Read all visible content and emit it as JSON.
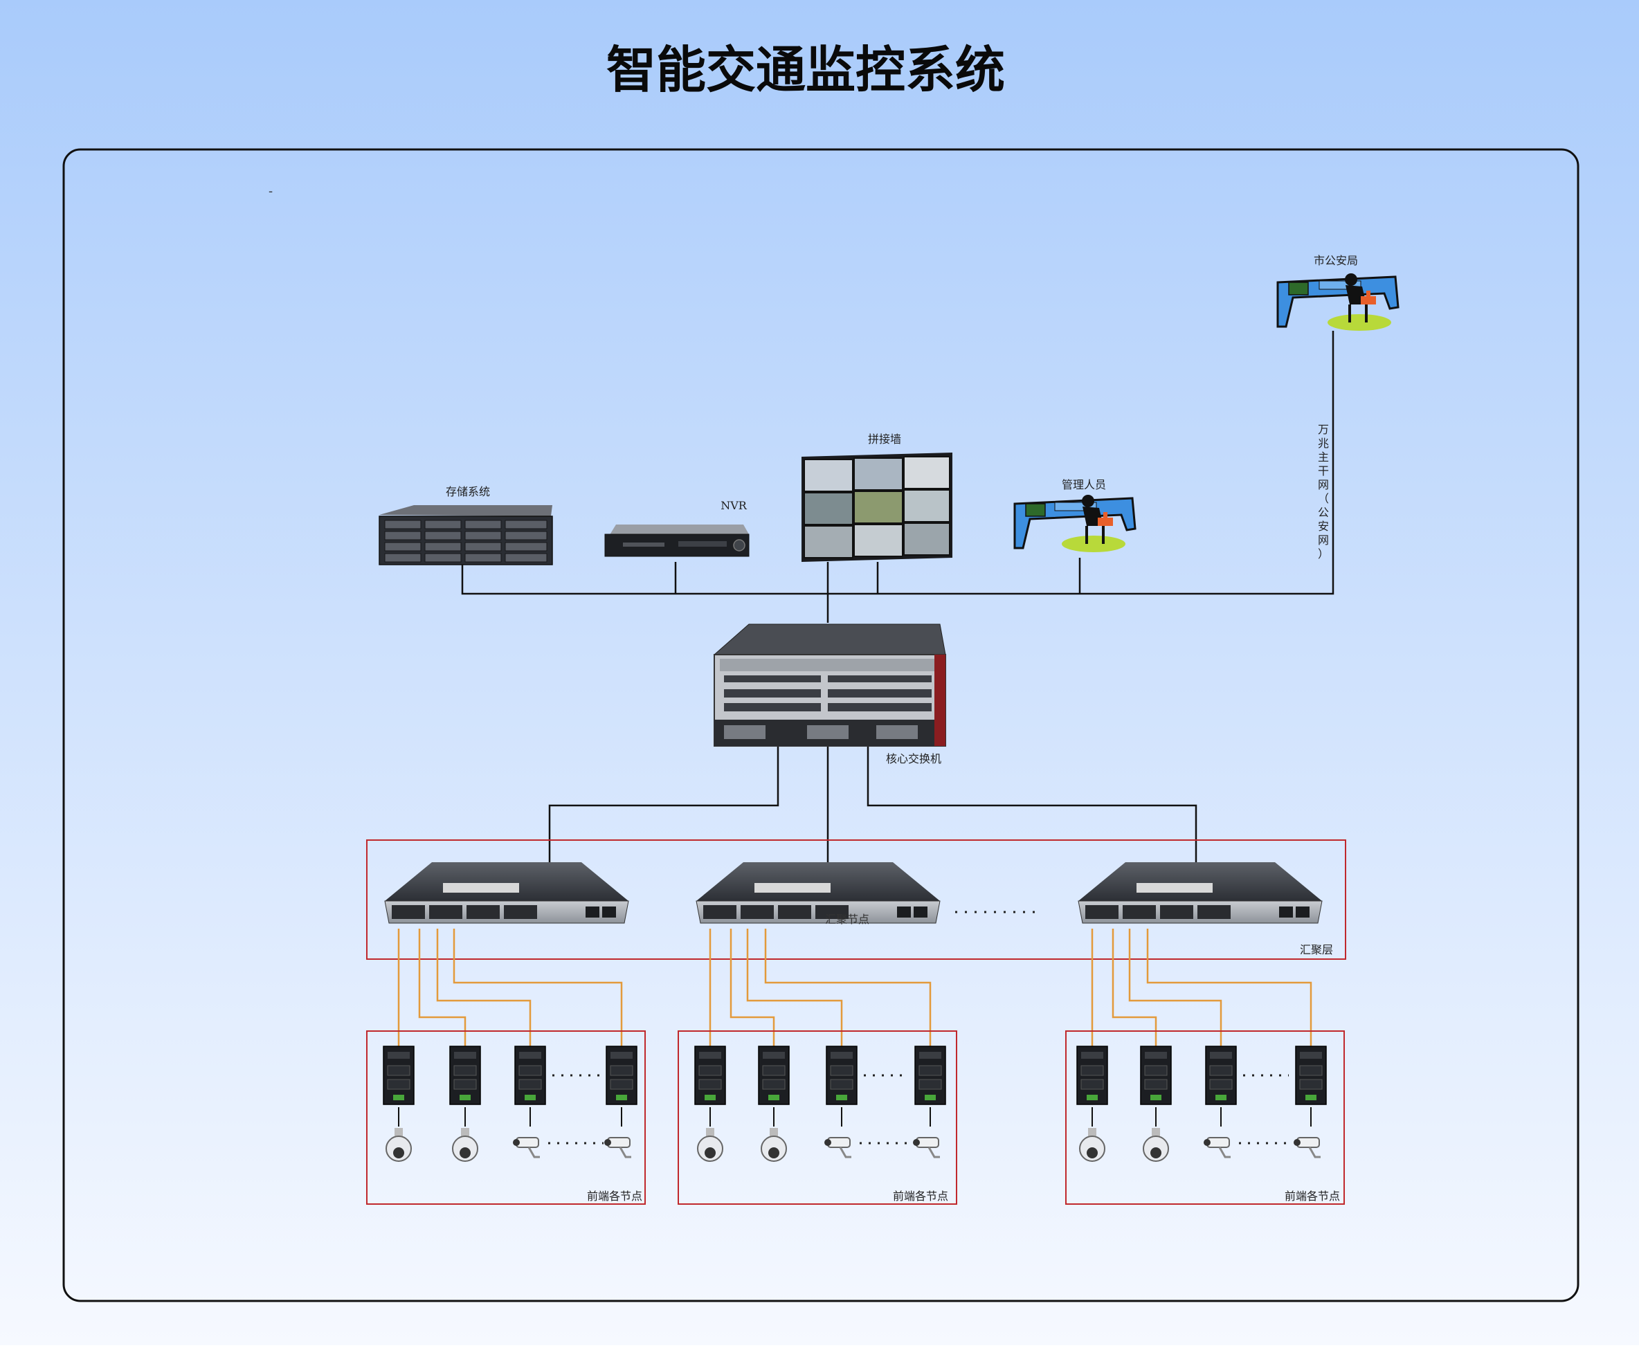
{
  "title": "智能交通监控系统",
  "stray_mark": "-",
  "labels": {
    "city_police": "市公安局",
    "backbone": [
      "万",
      "兆",
      "主",
      "干",
      "网",
      "（",
      "公",
      "安",
      "网",
      "）"
    ],
    "video_wall": "拼接墙",
    "storage": "存储系统",
    "nvr": "NVR",
    "manager": "管理人员",
    "core_switch": "核心交换机",
    "aggregation_layer": "汇聚层",
    "aggregation_node": "汇聚节点",
    "front_node": "前端各节点"
  },
  "colors": {
    "bg_top": "#a9cbfb",
    "bg_bottom": "#f4f8ff",
    "red_frame": "#c0282c",
    "orange_link": "#e39a3b",
    "black_link": "#111111",
    "desk_blue": "#3d8fe0"
  }
}
